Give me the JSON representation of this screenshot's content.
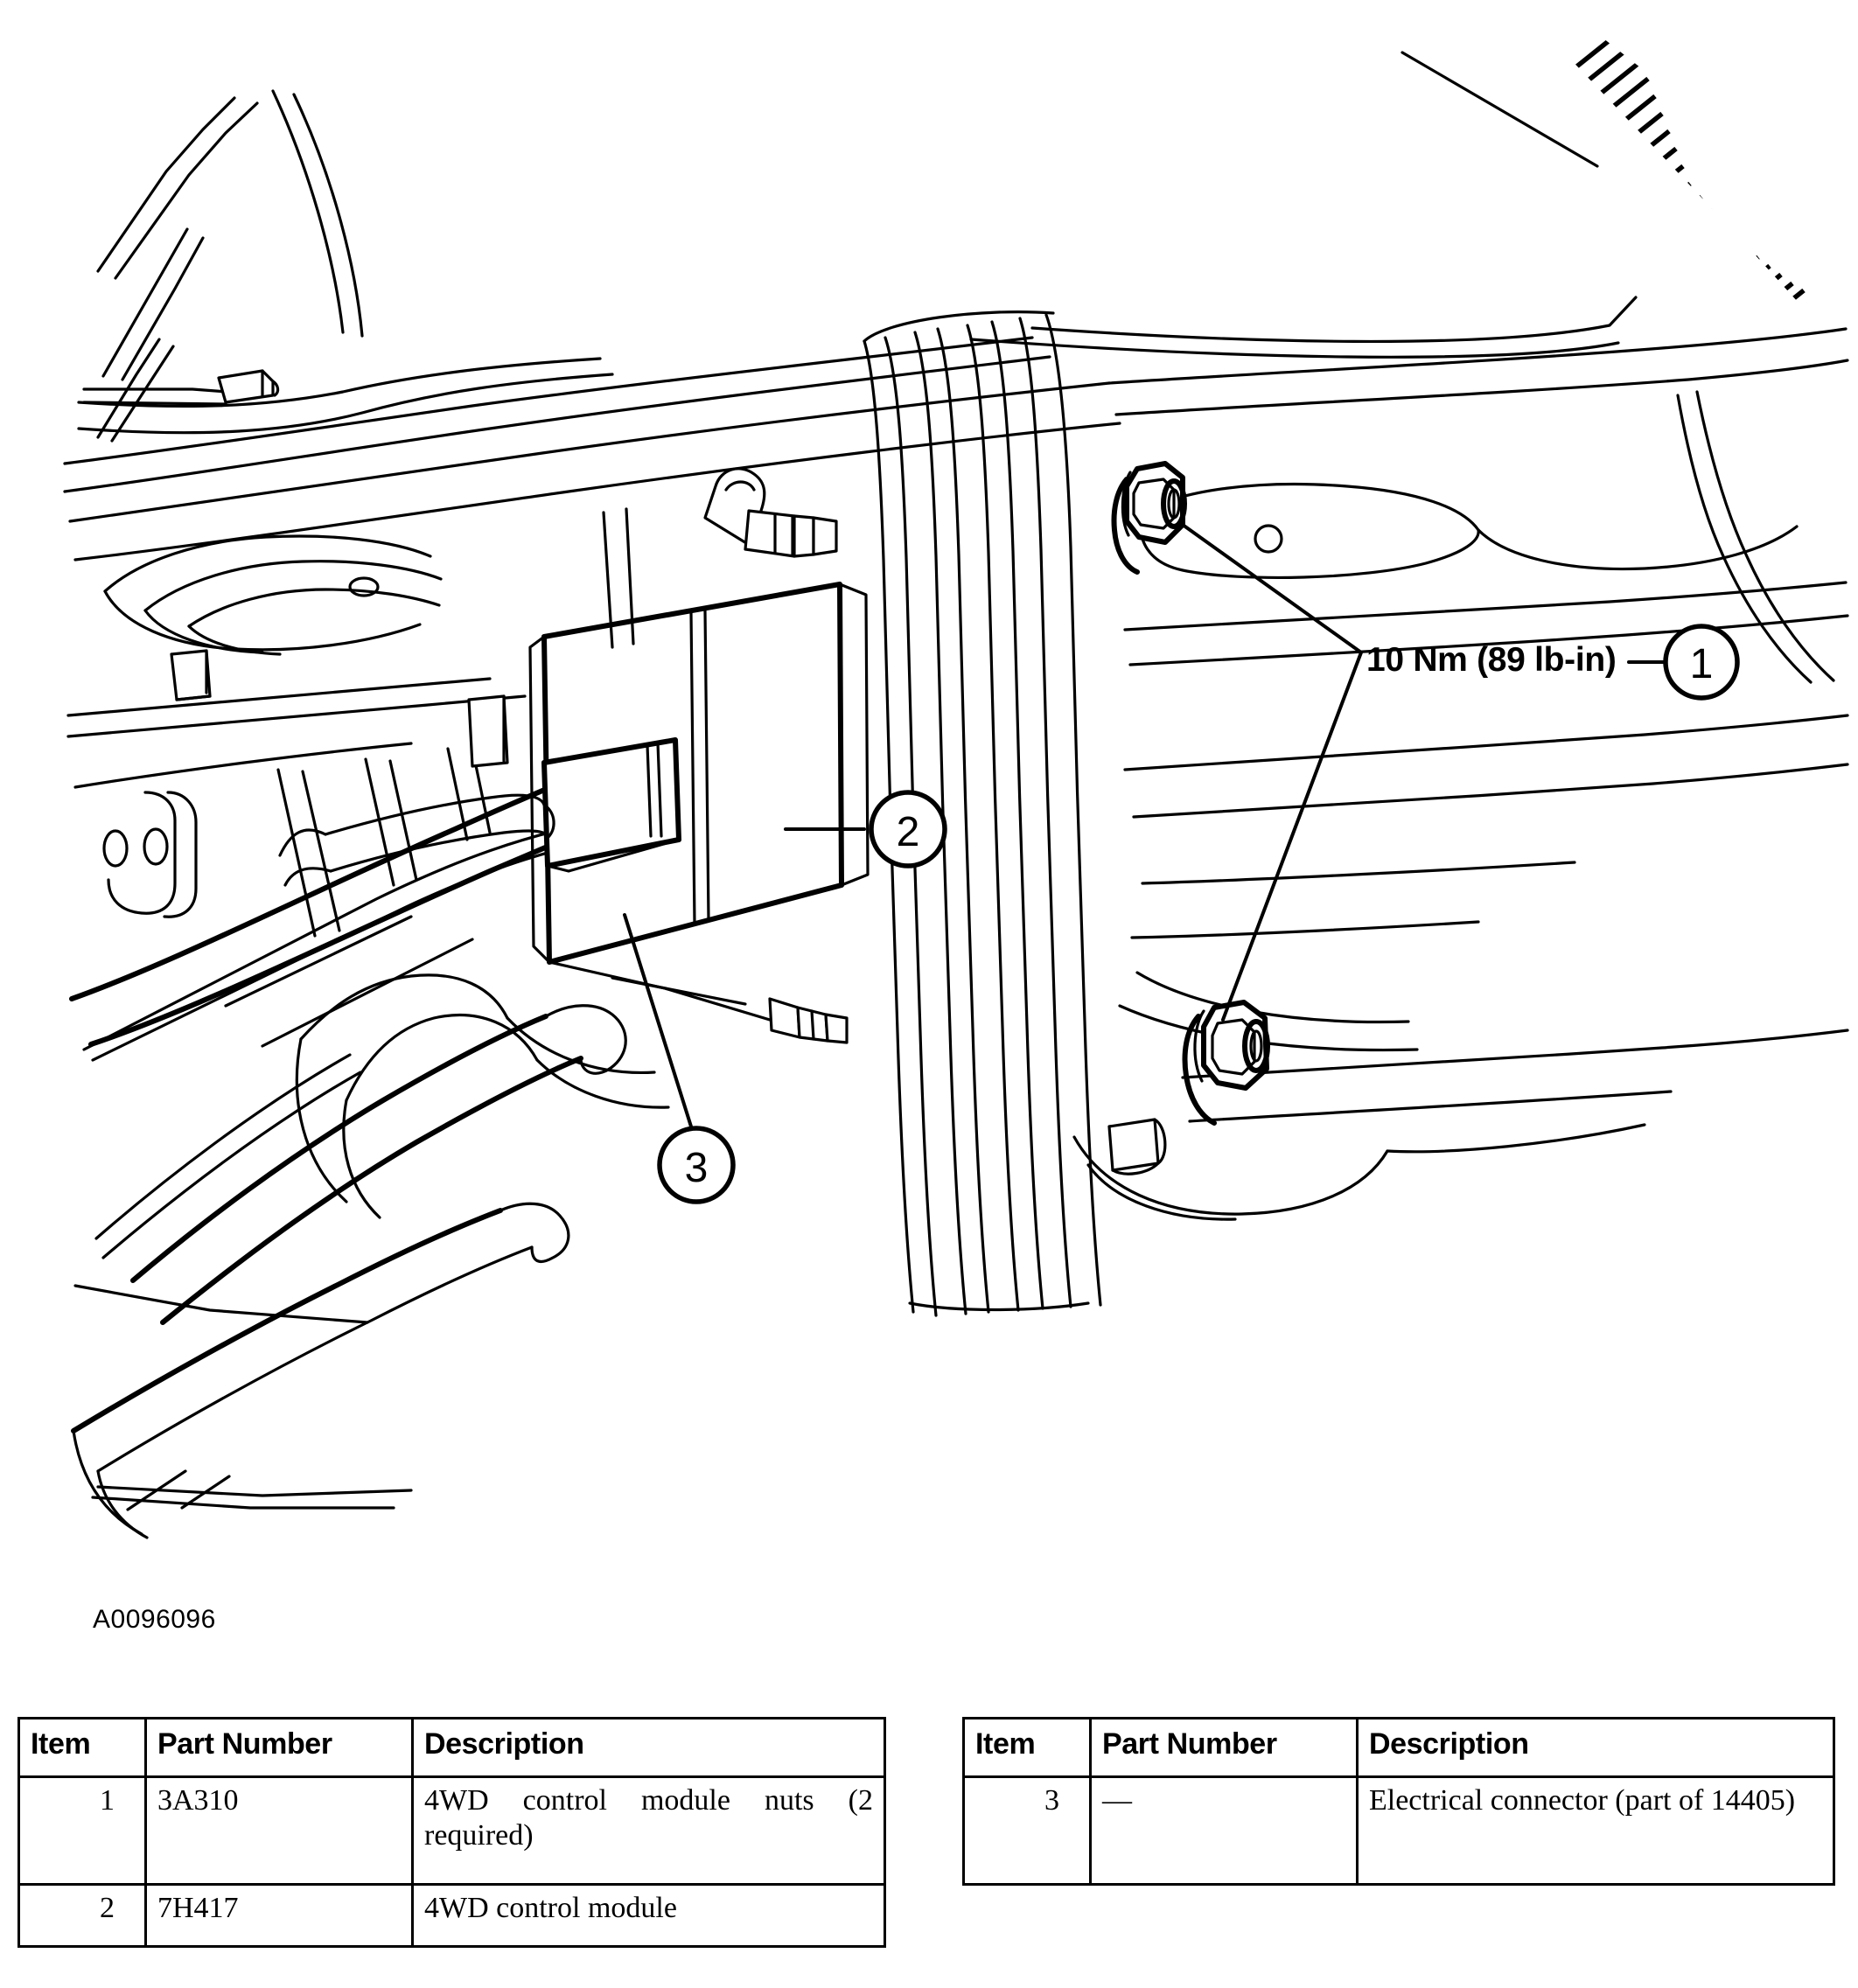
{
  "figure": {
    "id_label": "A0096096",
    "torque_spec": "10 Nm (89 lb-in)",
    "callouts": [
      {
        "number": "1",
        "target": "4WD control module nuts"
      },
      {
        "number": "2",
        "target": "4WD control module"
      },
      {
        "number": "3",
        "target": "Electrical connector"
      }
    ],
    "subject": "4WD control module mounting location",
    "line_color": "#000000",
    "background_color": "#ffffff"
  },
  "tables": {
    "left": {
      "headers": [
        "Item",
        "Part Number",
        "Description"
      ],
      "rows": [
        {
          "item": "1",
          "part_number": "3A310",
          "description": "4WD control module nuts (2 required)"
        },
        {
          "item": "2",
          "part_number": "7H417",
          "description": "4WD control module"
        }
      ]
    },
    "right": {
      "headers": [
        "Item",
        "Part Number",
        "Description"
      ],
      "rows": [
        {
          "item": "3",
          "part_number": "—",
          "description": "Electrical connector (part of 14405)"
        }
      ]
    }
  }
}
